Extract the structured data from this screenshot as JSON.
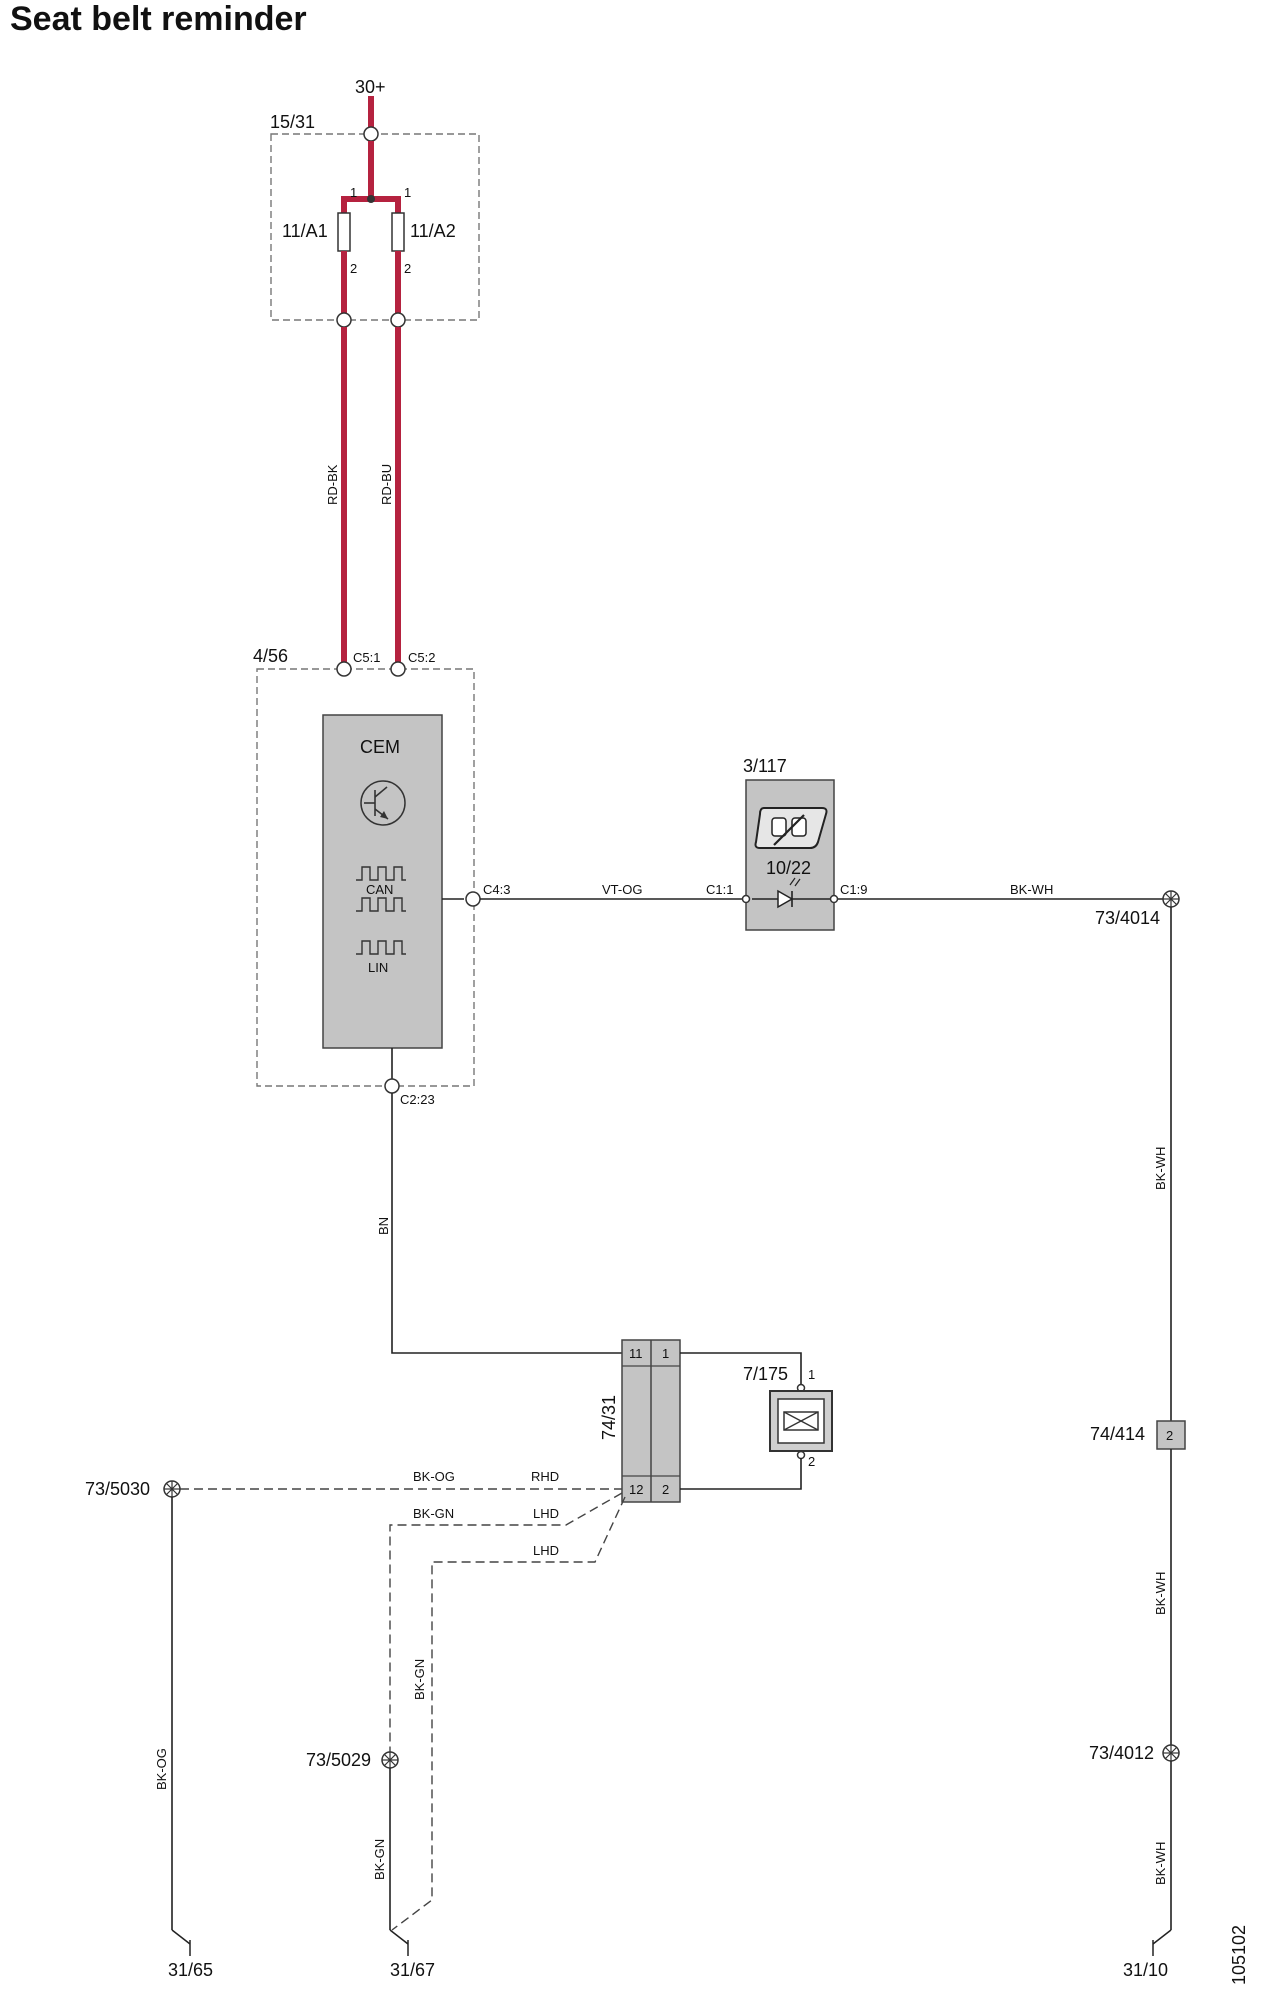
{
  "title": "Seat belt reminder",
  "doc_id": "105102",
  "supply": "30+",
  "components": {
    "fuse_box": "15/31",
    "fuse_a1": "11/A1",
    "fuse_a2": "11/A2",
    "control_module_ref": "4/56",
    "cem": "CEM",
    "can": "CAN",
    "lin": "LIN",
    "indicator_ref": "3/117",
    "indicator_lamp": "10/22",
    "connector_block": "74/31",
    "sensor": "7/175",
    "connector_4014": "73/4014",
    "connector_414": "74/414",
    "connector_4012": "73/4012",
    "connector_5030": "73/5030",
    "connector_5029": "73/5029",
    "ground_65": "31/65",
    "ground_67": "31/67",
    "ground_10": "31/10"
  },
  "pins": {
    "fuse_in": "1",
    "fuse_out": "2",
    "c5_1": "C5:1",
    "c5_2": "C5:2",
    "c4_3": "C4:3",
    "c2_23": "C2:23",
    "c1_1": "C1:1",
    "c1_9": "C1:9",
    "block_11": "11",
    "block_1": "1",
    "block_12": "12",
    "block_2": "2",
    "sensor_1": "1",
    "sensor_2": "2",
    "conn_414_pin": "2"
  },
  "wires": {
    "rd_bk": "RD-BK",
    "rd_bu": "RD-BU",
    "vt_og": "VT-OG",
    "bk_wh": "BK-WH",
    "bn": "BN",
    "bk_og": "BK-OG",
    "bk_gn": "BK-GN",
    "rhd": "RHD",
    "lhd": "LHD"
  },
  "colors": {
    "power_wire": "#b5223f",
    "module_fill": "#c4c4c4"
  }
}
